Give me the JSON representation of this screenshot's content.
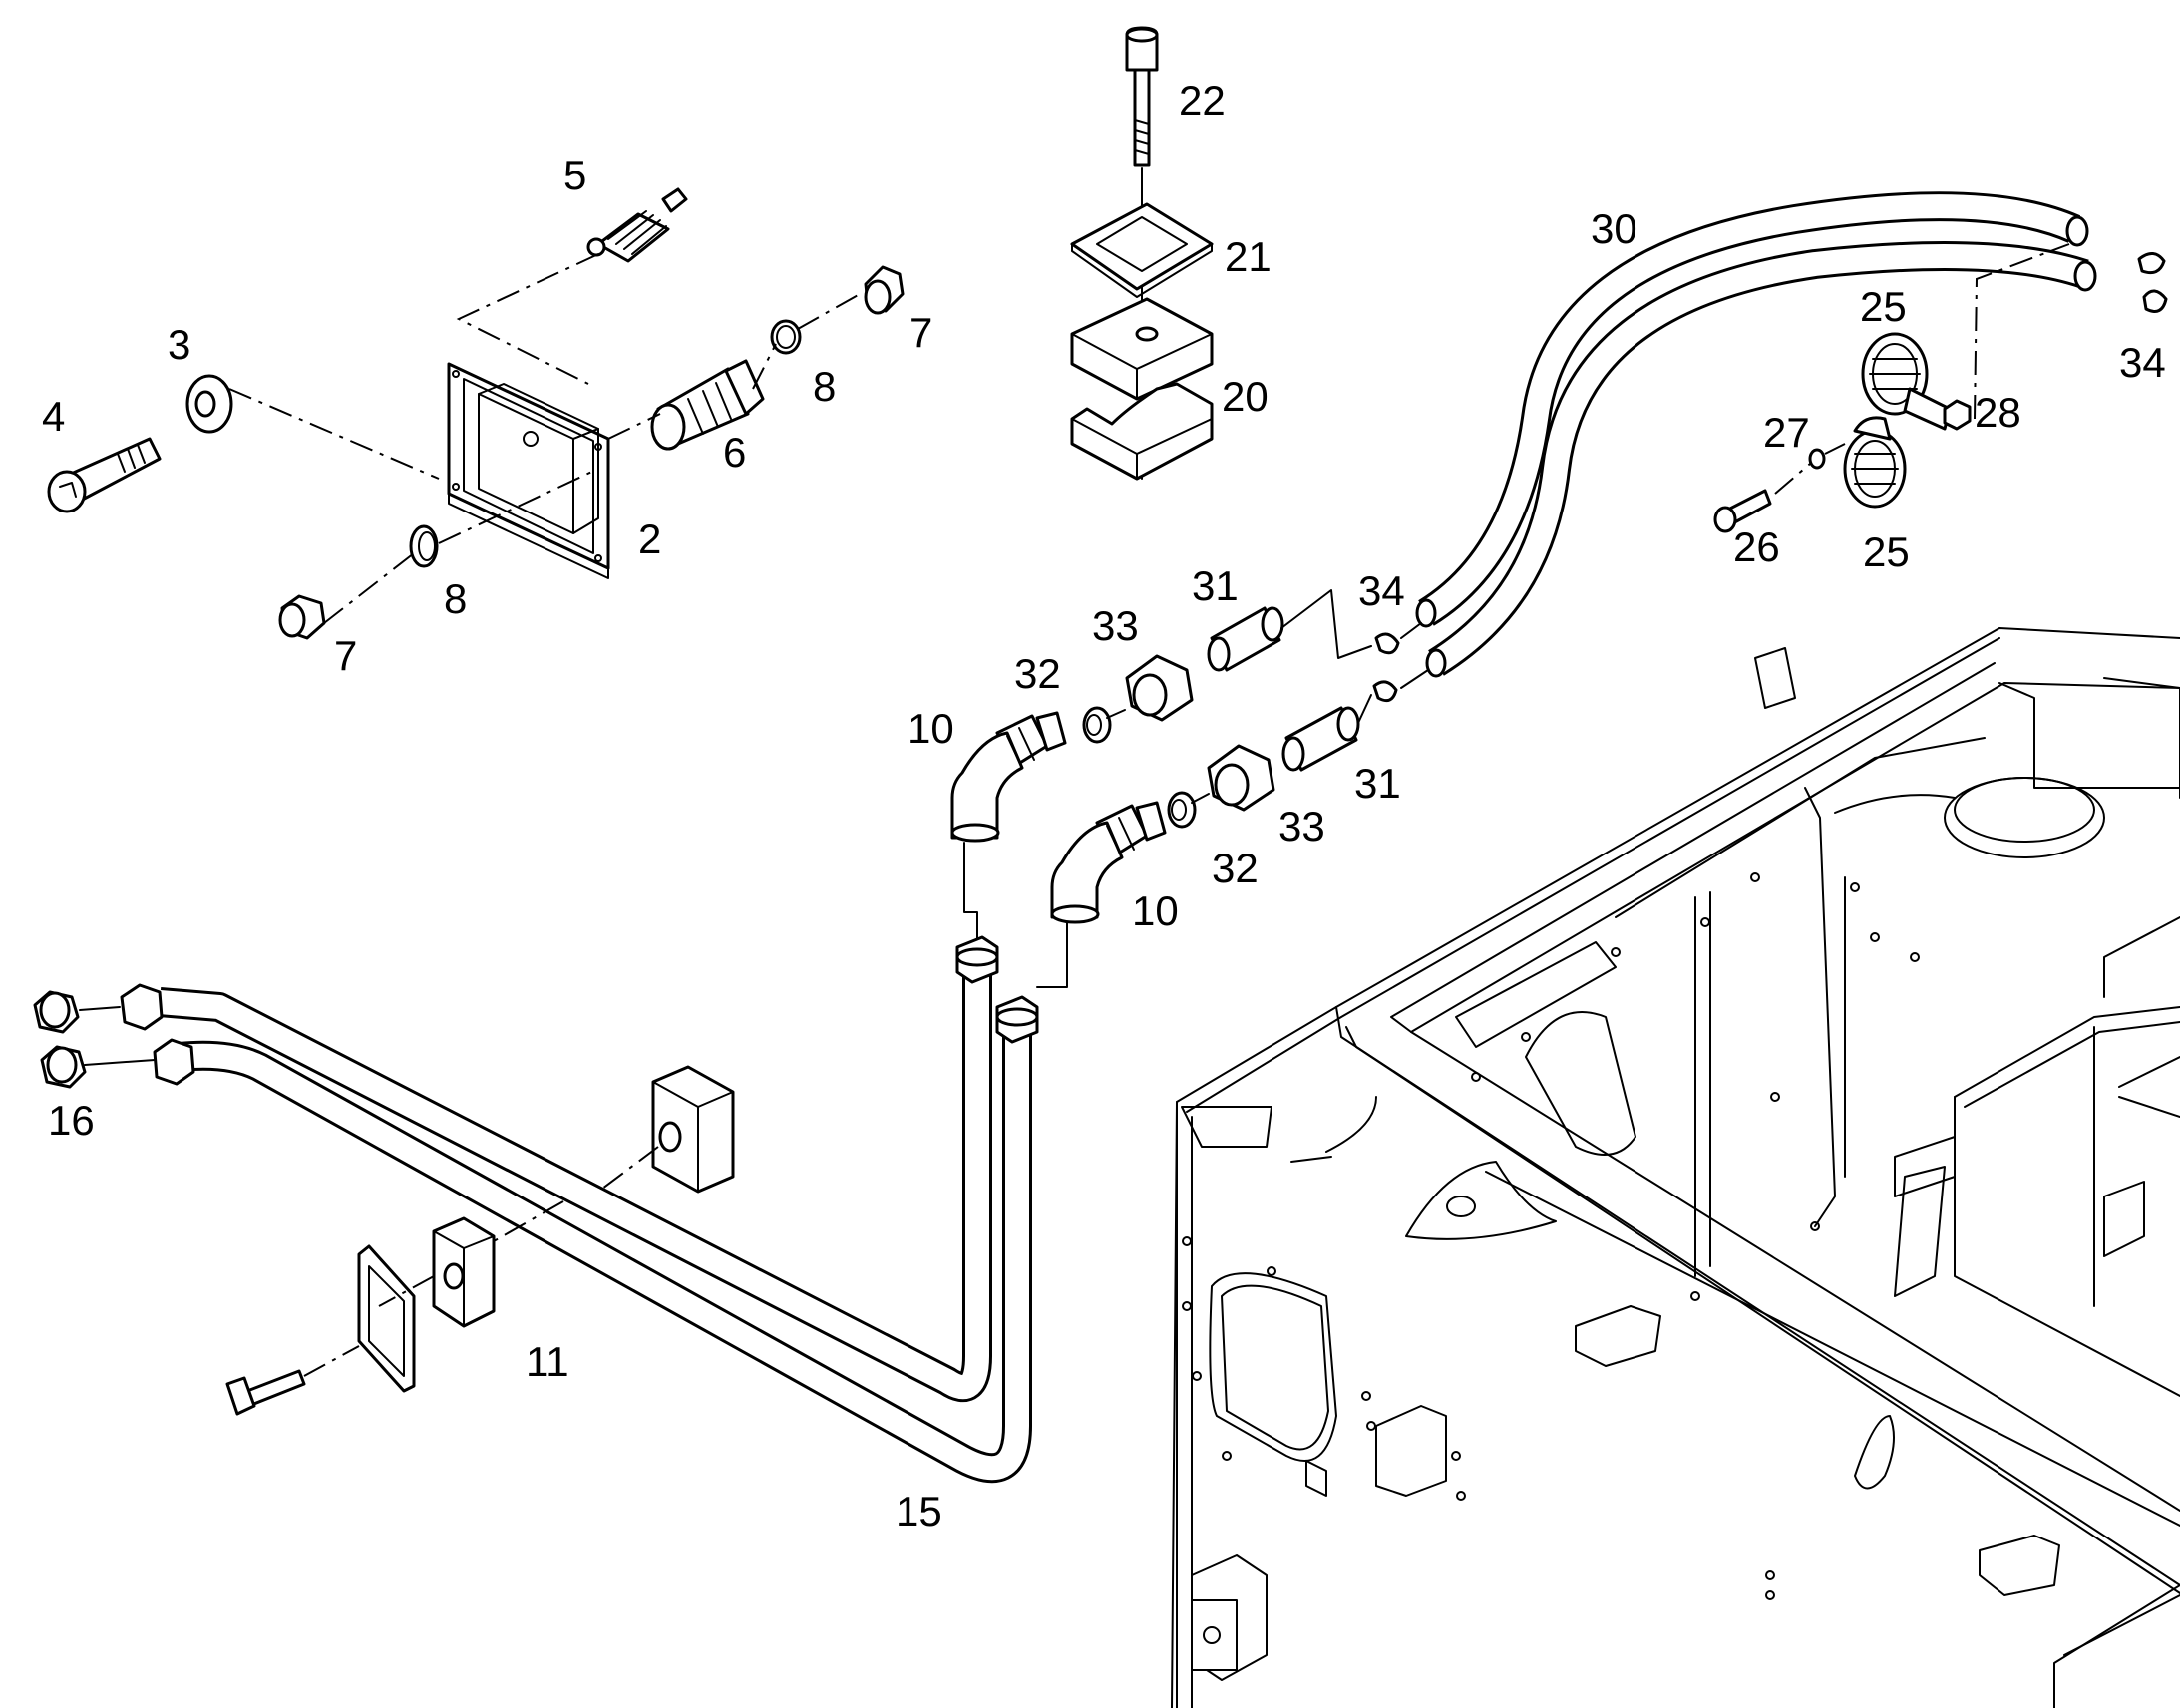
{
  "callouts": [
    "2",
    "3",
    "4",
    "5",
    "6",
    "7",
    "7",
    "8",
    "8",
    "10",
    "10",
    "11",
    "15",
    "16",
    "20",
    "21",
    "22",
    "25",
    "25",
    "26",
    "27",
    "28",
    "30",
    "31",
    "31",
    "32",
    "32",
    "33",
    "33",
    "34",
    "34"
  ],
  "icons": {
    "frame": "machine-frame-outline",
    "hoses": "hydraulic-hose-icon",
    "clamp": "hose-clamp-icon",
    "fitting": "elbow-fitting-icon",
    "screw": "cap-screw-icon"
  }
}
